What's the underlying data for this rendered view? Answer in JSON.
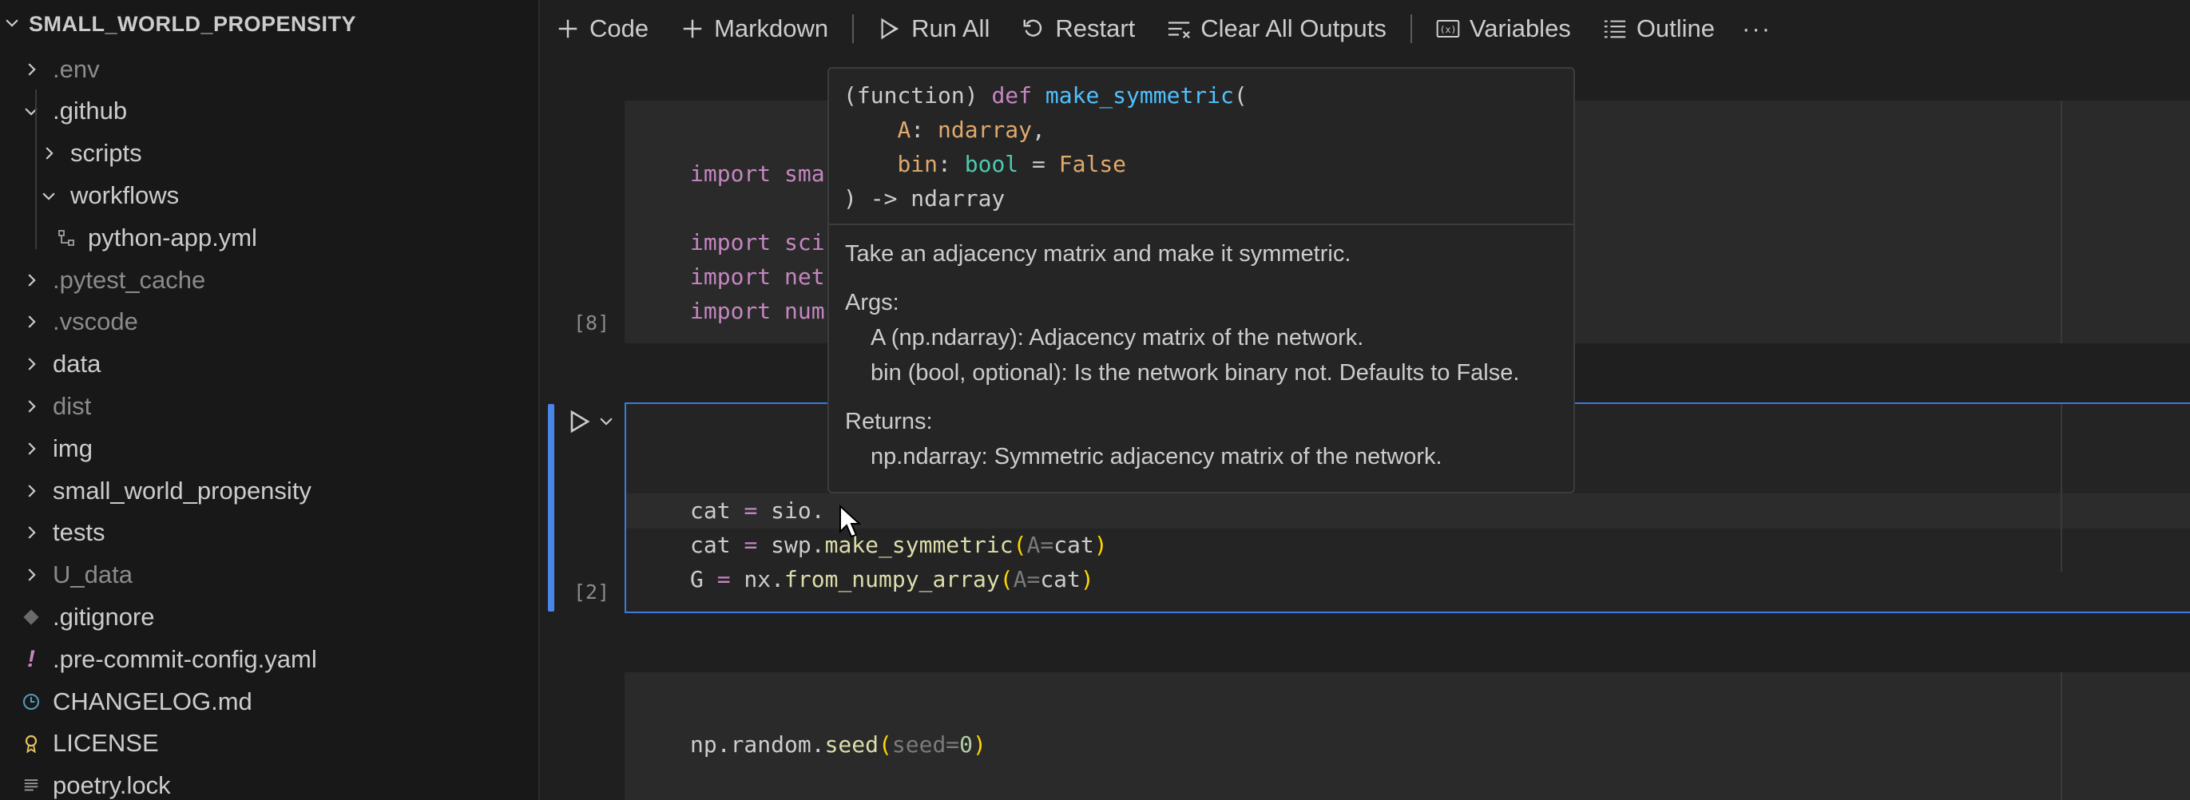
{
  "explorer": {
    "root": "SMALL_WORLD_PROPENSITY",
    "items": [
      {
        "label": ".env",
        "kind": "folder",
        "state": "collapsed",
        "dim": true
      },
      {
        "label": ".github",
        "kind": "folder",
        "state": "expanded",
        "dim": false
      },
      {
        "label": "scripts",
        "kind": "folder",
        "state": "collapsed",
        "dim": false
      },
      {
        "label": "workflows",
        "kind": "folder",
        "state": "expanded",
        "dim": false
      },
      {
        "label": "python-app.yml",
        "kind": "file",
        "icon": "workflow-icon",
        "dim": false
      },
      {
        "label": ".pytest_cache",
        "kind": "folder",
        "state": "collapsed",
        "dim": true
      },
      {
        "label": ".vscode",
        "kind": "folder",
        "state": "collapsed",
        "dim": true
      },
      {
        "label": "data",
        "kind": "folder",
        "state": "collapsed",
        "dim": false
      },
      {
        "label": "dist",
        "kind": "folder",
        "state": "collapsed",
        "dim": true
      },
      {
        "label": "img",
        "kind": "folder",
        "state": "collapsed",
        "dim": false
      },
      {
        "label": "small_world_propensity",
        "kind": "folder",
        "state": "collapsed",
        "dim": false
      },
      {
        "label": "tests",
        "kind": "folder",
        "state": "collapsed",
        "dim": false
      },
      {
        "label": "U_data",
        "kind": "folder",
        "state": "collapsed",
        "dim": true
      },
      {
        "label": ".gitignore",
        "kind": "file",
        "icon": "git-icon",
        "dim": false
      },
      {
        "label": ".pre-commit-config.yaml",
        "kind": "file",
        "icon": "exclamation-icon",
        "dim": false
      },
      {
        "label": "CHANGELOG.md",
        "kind": "file",
        "icon": "clock-icon",
        "dim": false
      },
      {
        "label": "LICENSE",
        "kind": "file",
        "icon": "license-icon",
        "dim": false
      },
      {
        "label": "poetry.lock",
        "kind": "file",
        "icon": "lines-icon",
        "dim": false
      }
    ]
  },
  "toolbar": {
    "code": "Code",
    "markdown": "Markdown",
    "run_all": "Run All",
    "restart": "Restart",
    "clear_outputs": "Clear All Outputs",
    "variables": "Variables",
    "outline": "Outline",
    "more": "···"
  },
  "cells": {
    "cell1": {
      "count": "[8]",
      "l1": "import sma",
      "l3": "import sci",
      "l4": "import net",
      "l5": "import num"
    },
    "cell2": {
      "count": "[2]",
      "l1_a": "cat ",
      "l1_op": "=",
      "l1_b": " sio.",
      "l2_a": "cat ",
      "l2_op": "=",
      "l2_b": " swp.",
      "l2_fn": "make_symmetric",
      "l2_po": "(",
      "l2_param": "A=",
      "l2_arg": "cat",
      "l2_pc": ")",
      "l3_a": "G ",
      "l3_op": "=",
      "l3_b": " nx.",
      "l3_fn": "from_numpy_array",
      "l3_po": "(",
      "l3_param": "A=",
      "l3_arg": "cat",
      "l3_pc": ")"
    },
    "cell3": {
      "l1_a": "np.random.",
      "l1_fn": "seed",
      "l1_po": "(",
      "l1_param": "seed=",
      "l1_num": "0",
      "l1_pc": ")"
    }
  },
  "hover": {
    "sig_l1_a": "(function) ",
    "sig_l1_def": "def",
    "sig_l1_sp": " ",
    "sig_l1_fn": "make_symmetric",
    "sig_l1_po": "(",
    "sig_l2_ind": "    ",
    "sig_l2_prm": "A",
    "sig_l2_colon": ": ",
    "sig_l2_type": "ndarray",
    "sig_l2_comma": ",",
    "sig_l3_ind": "    ",
    "sig_l3_prm": "bin",
    "sig_l3_colon": ": ",
    "sig_l3_type": "bool",
    "sig_l3_eq": " = ",
    "sig_l3_val": "False",
    "sig_l4": ") -> ndarray",
    "summary": "Take an adjacency matrix and make it symmetric.",
    "args_title": "Args:",
    "arg1": "A (np.ndarray): Adjacency matrix of the network.",
    "arg2": "bin (bool, optional): Is the network binary not. Defaults to False.",
    "returns_title": "Returns:",
    "ret1": "np.ndarray: Symmetric adjacency matrix of the network."
  },
  "colors": {
    "accent": "#3b82f6",
    "keyword": "#c586c0",
    "function": "#dcdcaa",
    "bracket": "#ffd700"
  }
}
